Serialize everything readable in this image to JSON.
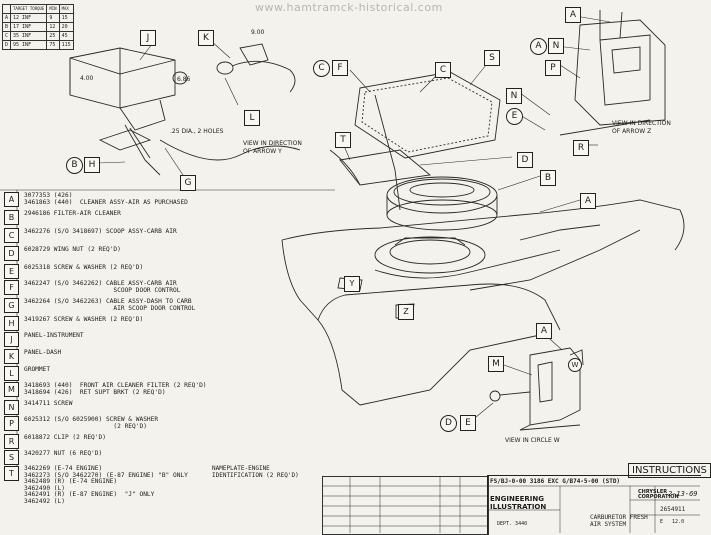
{
  "watermark": "www.hamtramck-historical.com",
  "torque_table": {
    "headers": [
      "",
      "TARGET TORQUE",
      "MIN",
      "MAX"
    ],
    "rows": [
      [
        "A",
        "12 INF",
        "9",
        "15"
      ],
      [
        "B",
        "17 INF",
        "12",
        "20"
      ],
      [
        "C",
        "35 INF",
        "25",
        "45"
      ],
      [
        "D",
        "95 INF",
        "75",
        "115"
      ]
    ]
  },
  "parts_list": [
    {
      "letter": "A",
      "text": "3077353 (426)\n3461863 (440)  CLEANER ASSY-AIR AS PURCHASED"
    },
    {
      "letter": "B",
      "text": "2946186 FILTER-AIR CLEANER"
    },
    {
      "letter": "C",
      "text": "3462276 (S/O 3418697) SCOOP ASSY-CARB AIR"
    },
    {
      "letter": "D",
      "text": "6028729 WING NUT (2 REQ'D)"
    },
    {
      "letter": "E",
      "text": "6025318 SCREW & WASHER (2 REQ'D)"
    },
    {
      "letter": "F",
      "text": "3462247 (S/O 3462262) CABLE ASSY-CARB AIR\n                        SCOOP DOOR CONTROL"
    },
    {
      "letter": "G",
      "text": "3462264 (S/O 3462263) CABLE ASSY-DASH TO CARB\n                        AIR SCOOP DOOR CONTROL"
    },
    {
      "letter": "H",
      "text": "3419267 SCREW & WASHER (2 REQ'D)"
    },
    {
      "letter": "J",
      "text": "PANEL-INSTRUMENT"
    },
    {
      "letter": "K",
      "text": "PANEL-DASH"
    },
    {
      "letter": "L",
      "text": "GROMMET"
    },
    {
      "letter": "M",
      "text": "3418693 (440)  FRONT AIR CLEANER FILTER (2 REQ'D)\n3418694 (426)  RET SUPT BRKT (2 REQ'D)"
    },
    {
      "letter": "N",
      "text": "3414711 SCREW"
    },
    {
      "letter": "P",
      "text": "6025312 (S/O 6025900) SCREW & WASHER\n                        (2 REQ'D)"
    },
    {
      "letter": "R",
      "text": "6018872 CLIP (2 REQ'D)"
    },
    {
      "letter": "S",
      "text": "3420277 NUT (6 REQ'D)"
    },
    {
      "letter": "T",
      "text": "3462269 (E-74 ENGINE)\n3462273 (S/O 3462270) (E-87 ENGINE) \"B\" ONLY\n3462489 (R) (E-74 ENGINE)\n3462490 (L)\n3462491 (R) (E-87 ENGINE)  \"J\" ONLY\n3462492 (L)"
    }
  ],
  "nameplate": "NAMEPLATE-ENGINE\nIDENTIFICATION (2 REQ'D)",
  "diagram_labels": {
    "view_y": "VIEW IN DIRECTION\nOF ARROW Y",
    "view_z": "VIEW IN DIRECTION\nOF ARROW Z",
    "view_w": "VIEW IN CIRCLE W",
    "holes": ".25 DIA., 2 HOLES",
    "dim_900": "9.00",
    "dim_686": "6.86",
    "dim_400": "4.00"
  },
  "instructions": {
    "title": "INSTRUCTIONS",
    "model": "FS/BJ-0-00  3186   EXC G/B74-5-00 (STD)",
    "eng_illus": "ENGINEERING\nILLUSTRATION",
    "brand": "CHRYSLER\nCORPORATION",
    "drawing_title": "CARBURETOR FRESH\nAIR SYSTEM",
    "dept": "DEPT. 3440",
    "date": "2-13-69",
    "number": "2654911",
    "section": "E",
    "page": "12.0"
  },
  "view_arrows": [
    "Y",
    "Z"
  ],
  "circle_label": "W"
}
